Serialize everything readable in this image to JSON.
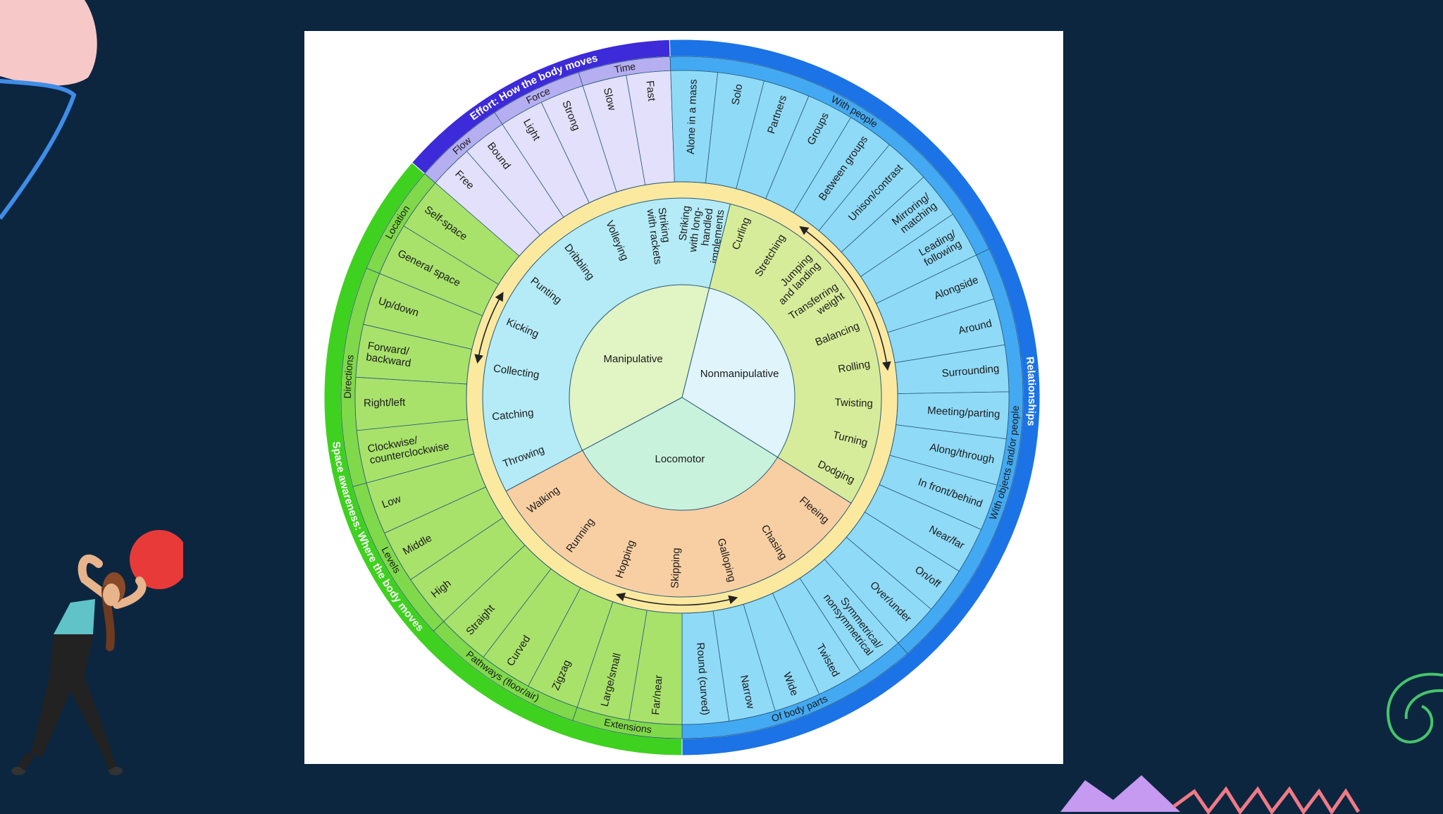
{
  "colors": {
    "background": "#0c2640",
    "card": "#ffffff",
    "effort_band": "#3d2ad8",
    "effort_sub": "#b5aef0",
    "effort_items": "#e2e0fa",
    "rel_band": "#1b73e6",
    "rel_sub": "#43a9f2",
    "rel_items": "#8fdaf7",
    "space_band": "#3fd11f",
    "space_sub": "#7fd94a",
    "space_items": "#a8e26b",
    "ring": "#fbe9a0",
    "manip_seg": "#b4ebf7",
    "nonmanip_seg": "#d7ec9a",
    "loco_seg": "#f8cfa3",
    "center_manip": "#e0f4c4",
    "center_nonmanip": "#dff5fb",
    "center_loco": "#c9f2dd",
    "band_text": "#ffffff",
    "item_text": "#1b1b1b"
  },
  "center": [
    "Manipulative",
    "Nonmanipulative",
    "Locomotor"
  ],
  "manipulative": [
    "Throwing",
    "Catching",
    "Collecting",
    "Kicking",
    "Punting",
    "Dribbling",
    "Volleying",
    "Striking\nwith rackets",
    "Striking\nwith long-\nhandled\nimplements"
  ],
  "nonmanipulative": [
    "Curling",
    "Stretching",
    "Jumping\nand landing",
    "Transferring\nweight",
    "Balancing",
    "Rolling",
    "Twisting",
    "Turning",
    "Dodging"
  ],
  "locomotor": [
    "Fleeing",
    "Chasing",
    "Galloping",
    "Skipping",
    "Hopping",
    "Running",
    "Walking"
  ],
  "effort": {
    "title": "Effort: How the body moves",
    "groups": [
      {
        "label": "Flow",
        "items": [
          "Free",
          "Bound"
        ]
      },
      {
        "label": "Force",
        "items": [
          "Light",
          "Strong"
        ]
      },
      {
        "label": "Time",
        "items": [
          "Slow",
          "Fast"
        ]
      }
    ]
  },
  "relationships": {
    "title": "Relationships",
    "groups": [
      {
        "label": "With people",
        "items": [
          "Alone in a mass",
          "Solo",
          "Partners",
          "Groups",
          "Between groups",
          "Unison/contrast",
          "Mirroring/\nmatching",
          "Leading/\nfollowing"
        ]
      },
      {
        "label": "With objects and/or people",
        "items": [
          "Alongside",
          "Around",
          "Surrounding",
          "Meeting/parting",
          "Along/through",
          "In front/behind",
          "Near/far",
          "On/off",
          "Over/under"
        ]
      },
      {
        "label": "Of body parts",
        "items": [
          "Symmetrical/\nnonsymmetrical",
          "Twisted",
          "Wide",
          "Narrow",
          "Round (curved)"
        ]
      }
    ]
  },
  "space": {
    "title": "Space awareness: Where the body moves",
    "groups": [
      {
        "label": "Extensions",
        "items": [
          "Far/near",
          "Large/small"
        ]
      },
      {
        "label": "Pathways (floor/air)",
        "items": [
          "Zigzag",
          "Curved",
          "Straight"
        ]
      },
      {
        "label": "Levels",
        "items": [
          "High",
          "Middle",
          "Low"
        ]
      },
      {
        "label": "Directions",
        "items": [
          "Clockwise/\ncounterclockwise",
          "Right/left",
          "Forward/\nbackward",
          "Up/down"
        ]
      },
      {
        "label": "Location",
        "items": [
          "General space",
          "Self-space"
        ]
      }
    ]
  }
}
